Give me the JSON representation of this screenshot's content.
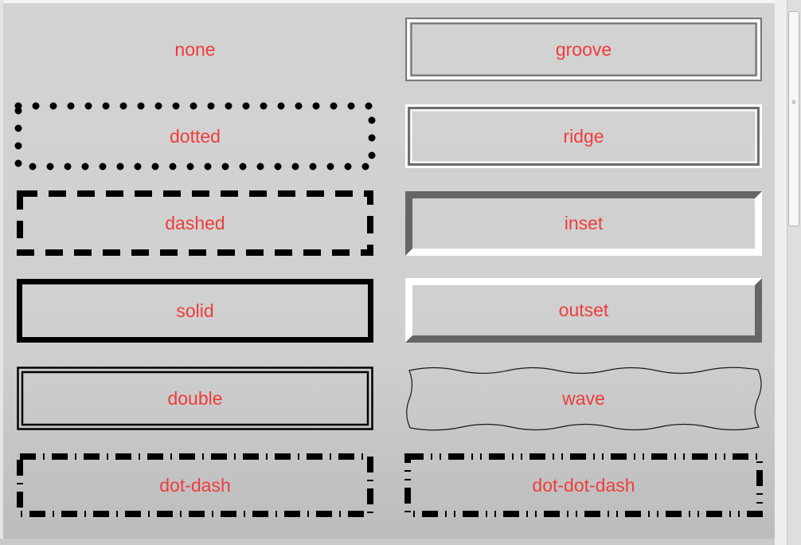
{
  "border_styles": {
    "none": "none",
    "groove": "groove",
    "dotted": "dotted",
    "ridge": "ridge",
    "dashed": "dashed",
    "inset": "inset",
    "solid": "solid",
    "outset": "outset",
    "double": "double",
    "wave": "wave",
    "dot_dash": "dot-dash",
    "dot_dot_dash": "dot-dot-dash"
  },
  "colors": {
    "label": "#f03c3c",
    "border_dark": "#000000",
    "bevel_light": "#ffffff",
    "bevel_dark": "#6b6b6b",
    "panel": "#d0d0d0"
  }
}
